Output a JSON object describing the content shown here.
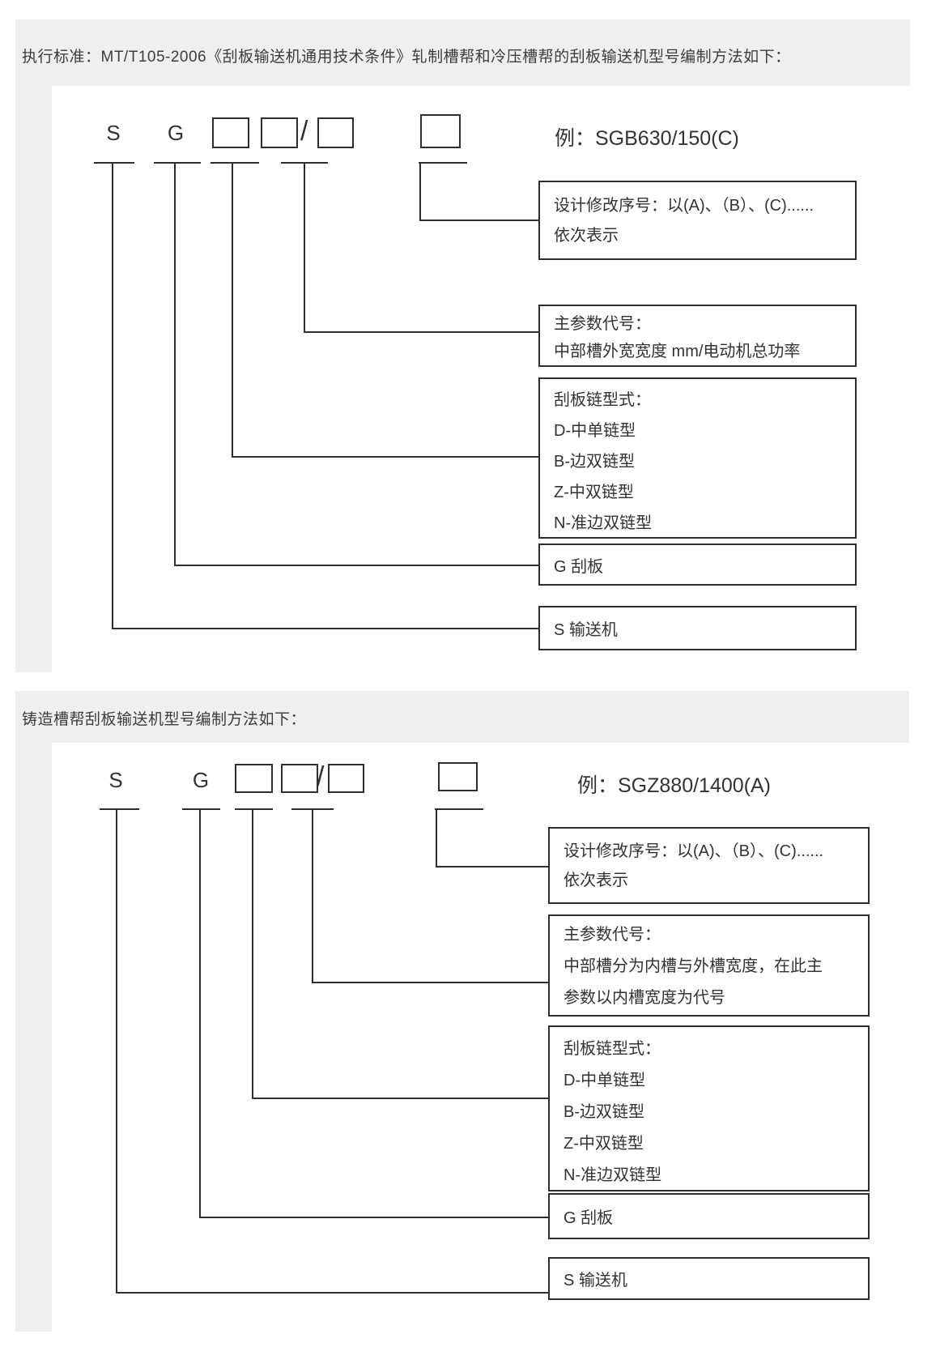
{
  "colors": {
    "section_background": "#efeff0",
    "line": "#2e2e2e",
    "text": "#333333"
  },
  "sections": [
    {
      "header": "执行标准：MT/T105-2006《刮板输送机通用技术条件》轧制槽帮和冷压槽帮的刮板输送机型号编制方法如下：",
      "letters": {
        "s": "S",
        "g": "G"
      },
      "slash": "/",
      "example": "例：SGB630/150(C)",
      "labels": {
        "revision": {
          "lines": [
            "设计修改序号：以(A)、（B）、(C)......",
            "依次表示"
          ]
        },
        "param": {
          "lines": [
            "主参数代号：",
            "中部槽外宽宽度  mm/电动机总功率"
          ]
        },
        "chain": {
          "lines": [
            "刮板链型式：",
            "D-中单链型",
            "B-边双链型",
            "Z-中双链型",
            "N-准边双链型"
          ]
        },
        "g": {
          "lines": [
            "G 刮板"
          ]
        },
        "s": {
          "lines": [
            "S 输送机"
          ]
        }
      }
    },
    {
      "header": "铸造槽帮刮板输送机型号编制方法如下：",
      "letters": {
        "s": "S",
        "g": "G"
      },
      "slash": "/",
      "example": "例：SGZ880/1400(A)",
      "labels": {
        "revision": {
          "lines": [
            "设计修改序号：以(A)、（B）、(C)......",
            "依次表示"
          ]
        },
        "param": {
          "lines": [
            "主参数代号：",
            "中部槽分为内槽与外槽宽度，在此主",
            "参数以内槽宽度为代号"
          ]
        },
        "chain": {
          "lines": [
            "刮板链型式：",
            "D-中单链型",
            "B-边双链型",
            "Z-中双链型",
            "N-准边双链型"
          ]
        },
        "g": {
          "lines": [
            "G 刮板"
          ]
        },
        "s": {
          "lines": [
            "S 输送机"
          ]
        }
      }
    }
  ]
}
